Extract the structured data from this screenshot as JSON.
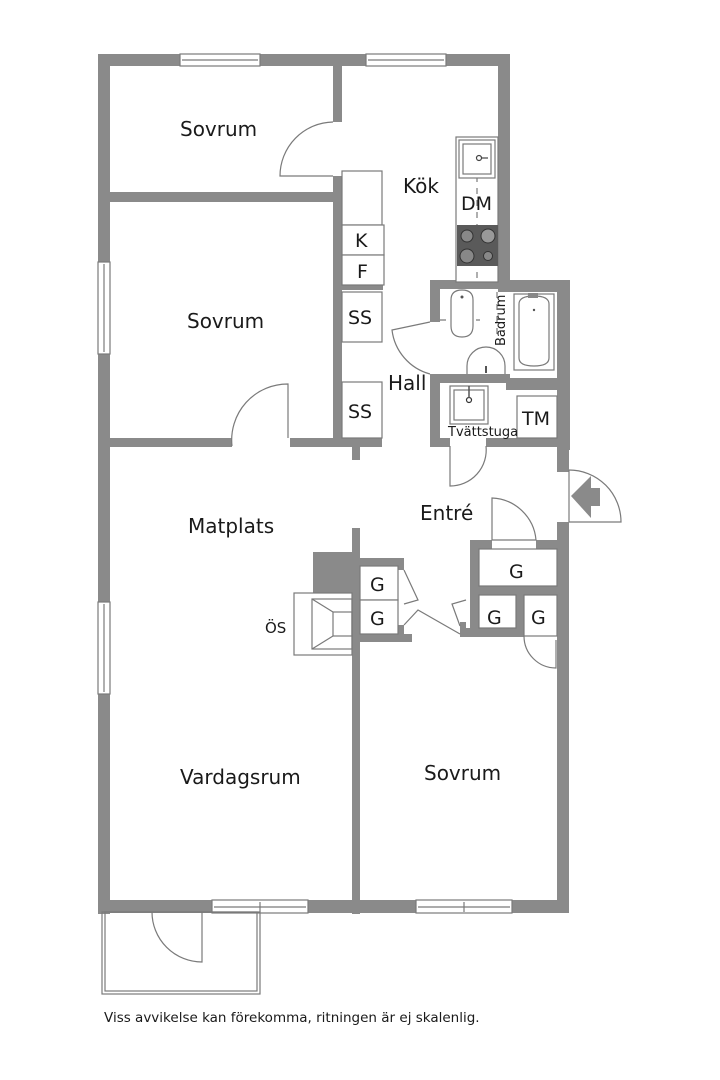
{
  "rooms": {
    "sovrum_top": "Sovrum",
    "sovrum_mid": "Sovrum",
    "kok": "Kök",
    "hall": "Hall",
    "badrum": "Badrum",
    "tvattstuga": "Tvättstuga",
    "entre": "Entré",
    "matplats": "Matplats",
    "vardagsrum": "Vardagsrum",
    "sovrum_bottom": "Sovrum"
  },
  "fixtures": {
    "kyl": "K",
    "frys": "F",
    "skap1": "SS",
    "skap2": "SS",
    "diskmaskin": "DM",
    "tvattmaskin": "TM",
    "garderob1": "G",
    "garderob2": "G",
    "garderob3": "G",
    "garderob4": "G",
    "garderob5": "G",
    "oppen_spis": "ÖS"
  },
  "footer": {
    "disclaimer": "Viss avvikelse kan förekomma, ritningen är ej skalenlig."
  },
  "colors": {
    "wall": "#8a8a8a",
    "stove": "#5a5a5a",
    "line": "#7a7a7a"
  }
}
